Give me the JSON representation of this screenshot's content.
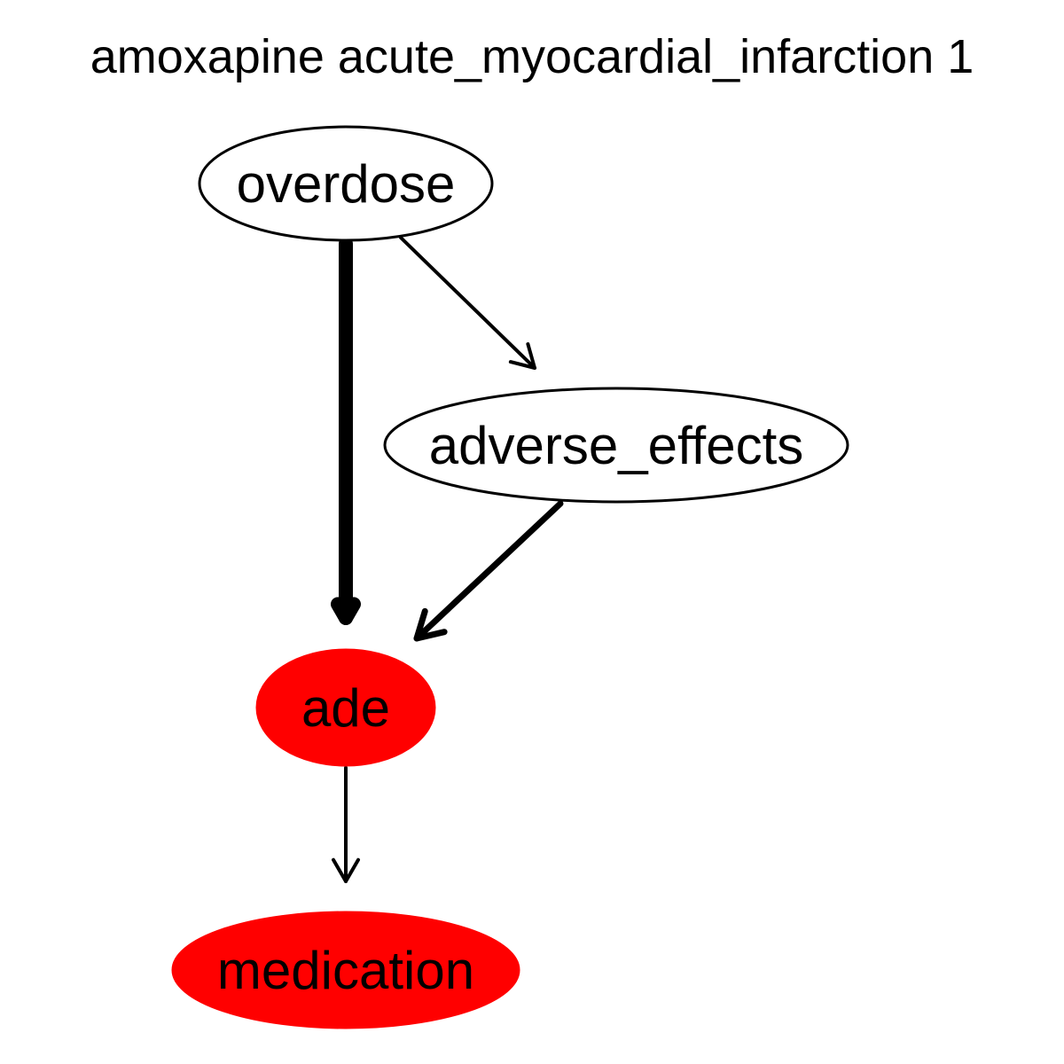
{
  "title": "amoxapine acute_myocardial_infarction 1",
  "colors": {
    "highlight_fill": "#ff0000",
    "default_fill": "#ffffff",
    "stroke": "#000000"
  },
  "nodes": [
    {
      "id": "overdose",
      "label": "overdose",
      "highlighted": false
    },
    {
      "id": "adverse_effects",
      "label": "adverse_effects",
      "highlighted": false
    },
    {
      "id": "ade",
      "label": "ade",
      "highlighted": true
    },
    {
      "id": "medication",
      "label": "medication",
      "highlighted": true
    }
  ],
  "edges": [
    {
      "from": "overdose",
      "to": "ade",
      "weight": "heavy"
    },
    {
      "from": "overdose",
      "to": "adverse_effects",
      "weight": "light"
    },
    {
      "from": "adverse_effects",
      "to": "ade",
      "weight": "medium"
    },
    {
      "from": "ade",
      "to": "medication",
      "weight": "light"
    }
  ]
}
